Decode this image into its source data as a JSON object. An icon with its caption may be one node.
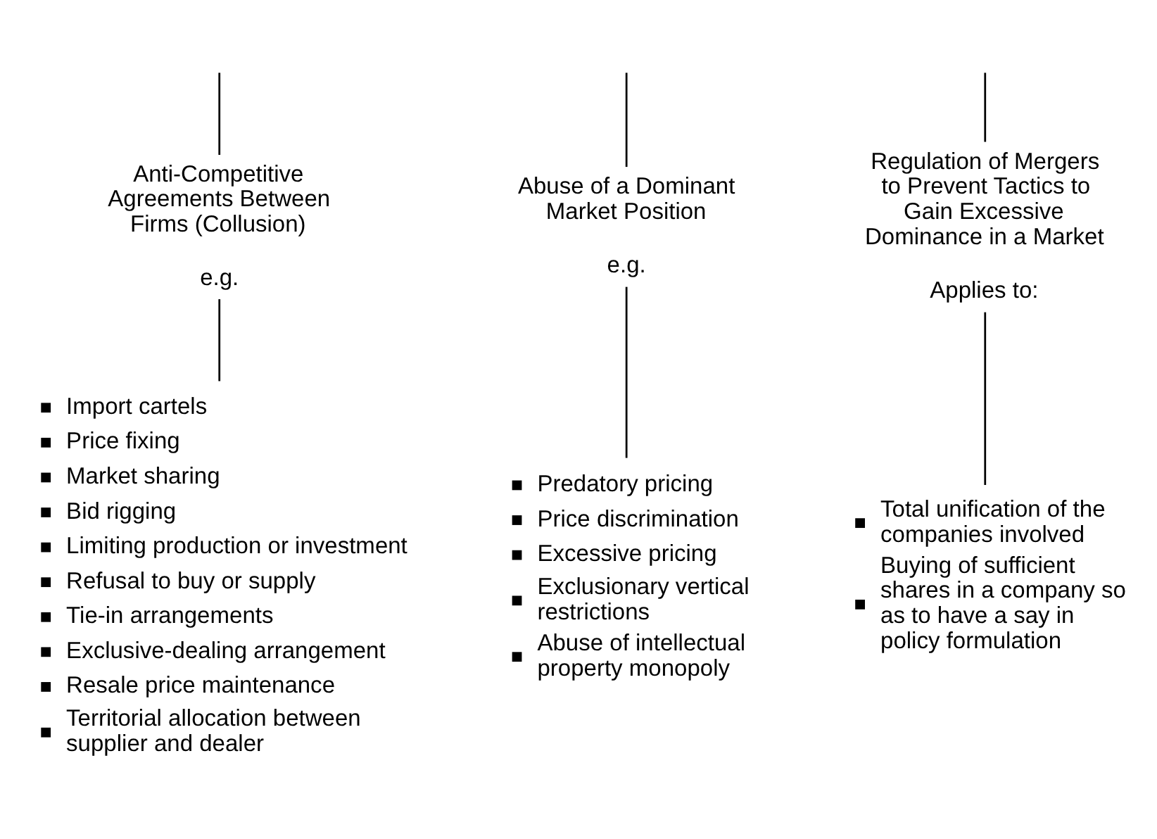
{
  "diagram": {
    "nodes": [
      {
        "text": [
          "Anti-Competitive Agreements Between Firms (Collusion)",
          "e.g."
        ]
      },
      {
        "text": [
          "Import cartels",
          "Price fixing",
          "Market sharing",
          "Bid rigging",
          "Limiting production or investment",
          "Refusal to buy or supply",
          "Tie-in arrangements",
          "Exclusive-dealing arrangement",
          "Resale price maintenance",
          "Territorial allocation between supplier and dealer"
        ]
      },
      {
        "text": [
          "Abuse of a Dominant Market Position",
          "e.g."
        ]
      },
      {
        "text": [
          "Predatory pricing",
          "Price discrimination",
          "Excessive pricing",
          "Exclusionary vertical restrictions",
          "Abuse of intellectual property monopoly"
        ]
      },
      {
        "text": [
          "Regulation of Mergers to Prevent Tactics to Gain Excessive Dominance in a Market",
          "Applies to:"
        ]
      },
      {
        "text": [
          "Total unification of the companies involved",
          "Buying of sufficient shares in a company so as to have a say in policy formulation"
        ]
      }
    ],
    "edges": [
      {
        "from": null,
        "to": 0,
        "arrow": "none"
      },
      {
        "from": null,
        "to": 2,
        "arrow": "none"
      },
      {
        "from": null,
        "to": 4,
        "arrow": "none"
      },
      {
        "from": 0,
        "to": 1,
        "arrow": "none"
      },
      {
        "from": 2,
        "to": 3,
        "arrow": "none"
      },
      {
        "from": 4,
        "to": 5,
        "arrow": "none"
      }
    ]
  }
}
